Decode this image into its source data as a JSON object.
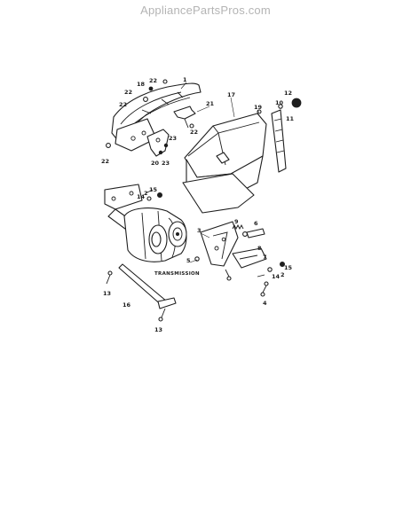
{
  "watermark": "AppliancePartsPros.com",
  "assembly": {
    "caption": "TRANSMISSION"
  },
  "callouts": [
    {
      "id": "c1",
      "text": "1"
    },
    {
      "id": "c22a",
      "text": "22"
    },
    {
      "id": "c18",
      "text": "18"
    },
    {
      "id": "c22b",
      "text": "22"
    },
    {
      "id": "c22c",
      "text": "22"
    },
    {
      "id": "c21",
      "text": "21"
    },
    {
      "id": "c22d",
      "text": "22"
    },
    {
      "id": "c23a",
      "text": "23"
    },
    {
      "id": "c20",
      "text": "20"
    },
    {
      "id": "c23b",
      "text": "23"
    },
    {
      "id": "c22e",
      "text": "22"
    },
    {
      "id": "c17",
      "text": "17"
    },
    {
      "id": "c12",
      "text": "12"
    },
    {
      "id": "c10",
      "text": "10"
    },
    {
      "id": "c11",
      "text": "11"
    },
    {
      "id": "c19",
      "text": "19"
    },
    {
      "id": "c15a",
      "text": "15"
    },
    {
      "id": "c2a",
      "text": "2"
    },
    {
      "id": "c14a",
      "text": "14"
    },
    {
      "id": "c9",
      "text": "9"
    },
    {
      "id": "c6",
      "text": "6"
    },
    {
      "id": "c3",
      "text": "3"
    },
    {
      "id": "c5",
      "text": "5"
    },
    {
      "id": "c8",
      "text": "8"
    },
    {
      "id": "c7",
      "text": "7"
    },
    {
      "id": "c15b",
      "text": "15"
    },
    {
      "id": "c2b",
      "text": "2"
    },
    {
      "id": "c14b",
      "text": "14"
    },
    {
      "id": "c4",
      "text": "4"
    },
    {
      "id": "c13a",
      "text": "13"
    },
    {
      "id": "c16",
      "text": "16"
    },
    {
      "id": "c13b",
      "text": "13"
    }
  ]
}
